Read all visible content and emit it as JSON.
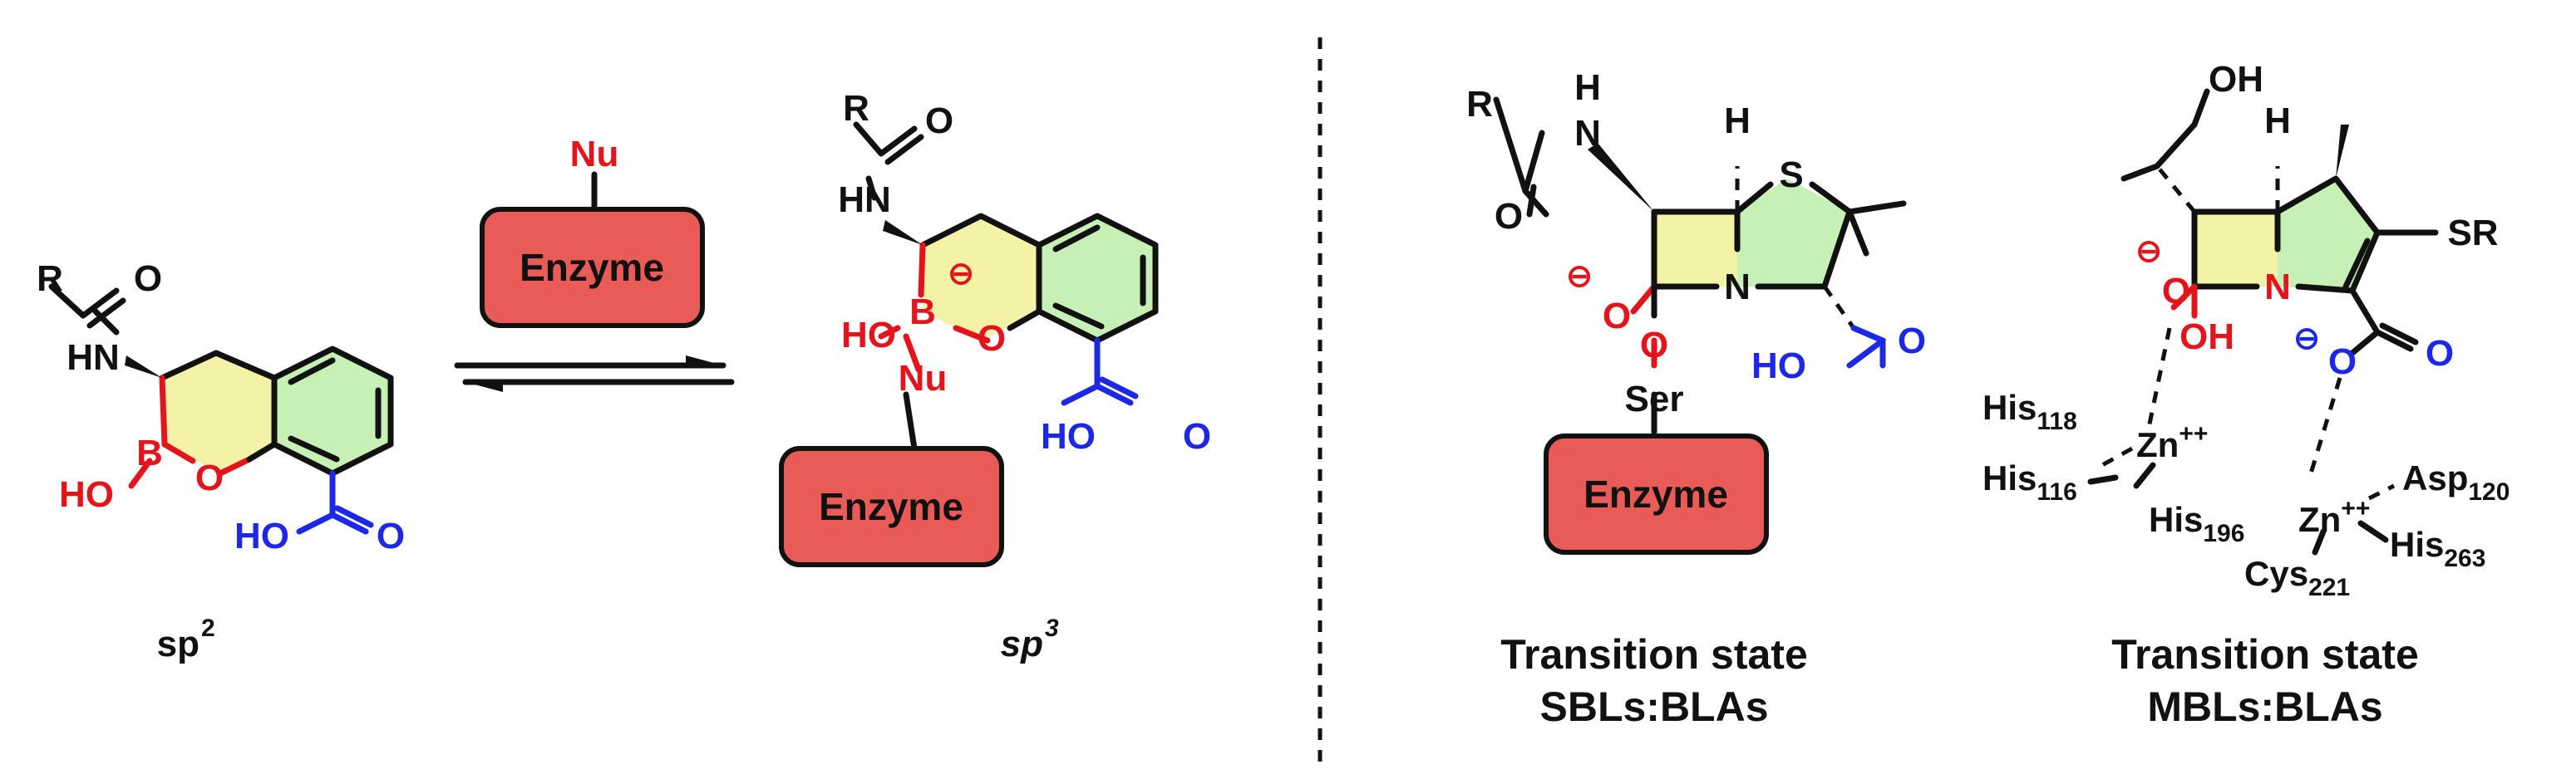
{
  "colors": {
    "heteroatom": "#e3141b",
    "carboxylate": "#1c28e6",
    "enzyme_fill": "#e85b57",
    "boron_ring_fill": "#f3f2a6",
    "aromatic_ring_fill": "#c6f0b6"
  },
  "scheme": {
    "sp2": {
      "atoms": {
        "r": "R",
        "o": "O",
        "hn": "HN",
        "b": "B",
        "ho": "HO",
        "o_ring": "O",
        "ho_acid": "HO",
        "o_acid": "O"
      },
      "label_base": "sp",
      "label_exp": "2"
    },
    "enzyme_top": {
      "nu": "Nu",
      "label": "Enzyme"
    },
    "sp3": {
      "atoms": {
        "r": "R",
        "o": "O",
        "hn": "HN",
        "b": "B",
        "minus": "⊖",
        "ho": "HO",
        "o_ring": "O",
        "nu": "Nu",
        "ho_acid": "HO",
        "o_acid": "O"
      },
      "enzyme": "Enzyme",
      "label_base": "sp",
      "label_exp": "3"
    },
    "sbl": {
      "atoms": {
        "r": "R",
        "nh": "N",
        "h_nh": "H",
        "o_amide": "O",
        "h": "H",
        "s": "S",
        "n": "N",
        "minus": "⊖",
        "o": "O",
        "o_link": "O",
        "ser": "Ser",
        "ho_acid": "HO",
        "o_acid": "O"
      },
      "enzyme": "Enzyme",
      "caption_line1": "Transition state",
      "caption_line2": "SBLs:BLAs"
    },
    "mbl": {
      "atoms": {
        "oh_top": "OH",
        "h": "H",
        "sr": "SR",
        "minus1": "⊖",
        "o1": "O",
        "n": "N",
        "oh": "OH",
        "minus2": "⊖",
        "o2": "O",
        "o_acid": "O"
      },
      "residues": {
        "his118": "His",
        "his118_sub": "118",
        "zn1": "Zn",
        "zn1_sup": "++",
        "his116": "His",
        "his116_sub": "116",
        "his196": "His",
        "his196_sub": "196",
        "zn2": "Zn",
        "zn2_sup": "++",
        "asp120": "Asp",
        "asp120_sub": "120",
        "his263": "His",
        "his263_sub": "263",
        "cys221": "Cys",
        "cys221_sub": "221"
      },
      "caption_line1": "Transition state",
      "caption_line2": "MBLs:BLAs"
    }
  }
}
